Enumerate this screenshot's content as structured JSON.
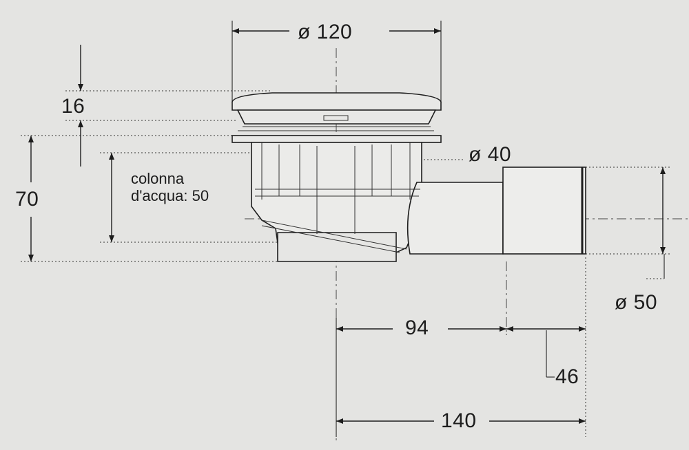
{
  "dimensions": {
    "top_diameter": "ø 120",
    "cap_height": "16",
    "total_height": "70",
    "outlet_diameter_inner": "ø 40",
    "outlet_diameter_outer": "ø 50",
    "offset_94": "94",
    "offset_46": "46",
    "length_total": "140"
  },
  "note": {
    "line1": "colonna",
    "line2": "d'acqua: 50"
  },
  "colors": {
    "paper": "#e4e4e2",
    "ink": "#1d1d1d"
  }
}
